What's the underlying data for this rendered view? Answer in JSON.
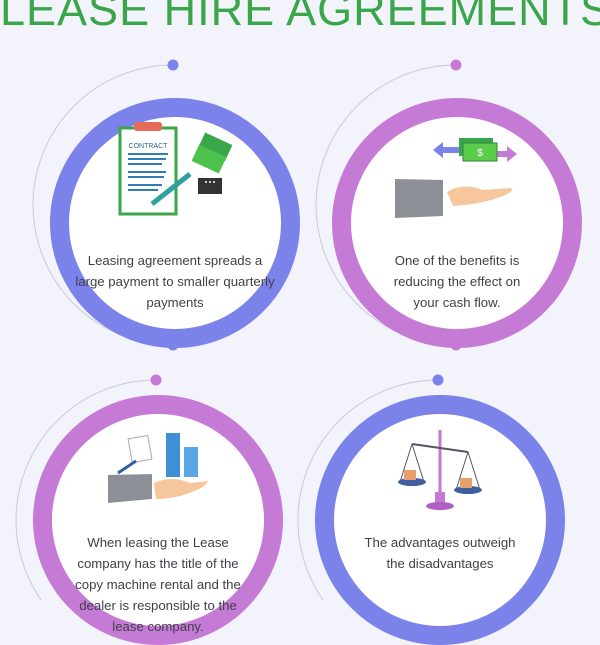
{
  "title": "LEASE HIRE AGREEMENTS",
  "colors": {
    "title": "#3aa64a",
    "blue": "#7b83eb",
    "purple": "#c57bd6",
    "background": "#f3f4fb"
  },
  "cards": [
    {
      "text": "Leasing agreement spreads a large payment to smaller quarterly payments",
      "ring_color": "blue",
      "icon": "contract-money-icon"
    },
    {
      "text": "One of the benefits is reducing the effect on your cash flow.",
      "ring_color": "purple",
      "icon": "cash-exchange-hand-icon"
    },
    {
      "text": "When leasing the Lease company has the title of the copy machine rental and the dealer is responsible to the lease company.",
      "ring_color": "purple",
      "icon": "hand-buildings-document-icon"
    },
    {
      "text": "The advantages outweigh the disadvantages",
      "ring_color": "blue",
      "icon": "balance-scale-icon"
    }
  ],
  "icon_labels": {
    "contract": "CONTRACT"
  }
}
